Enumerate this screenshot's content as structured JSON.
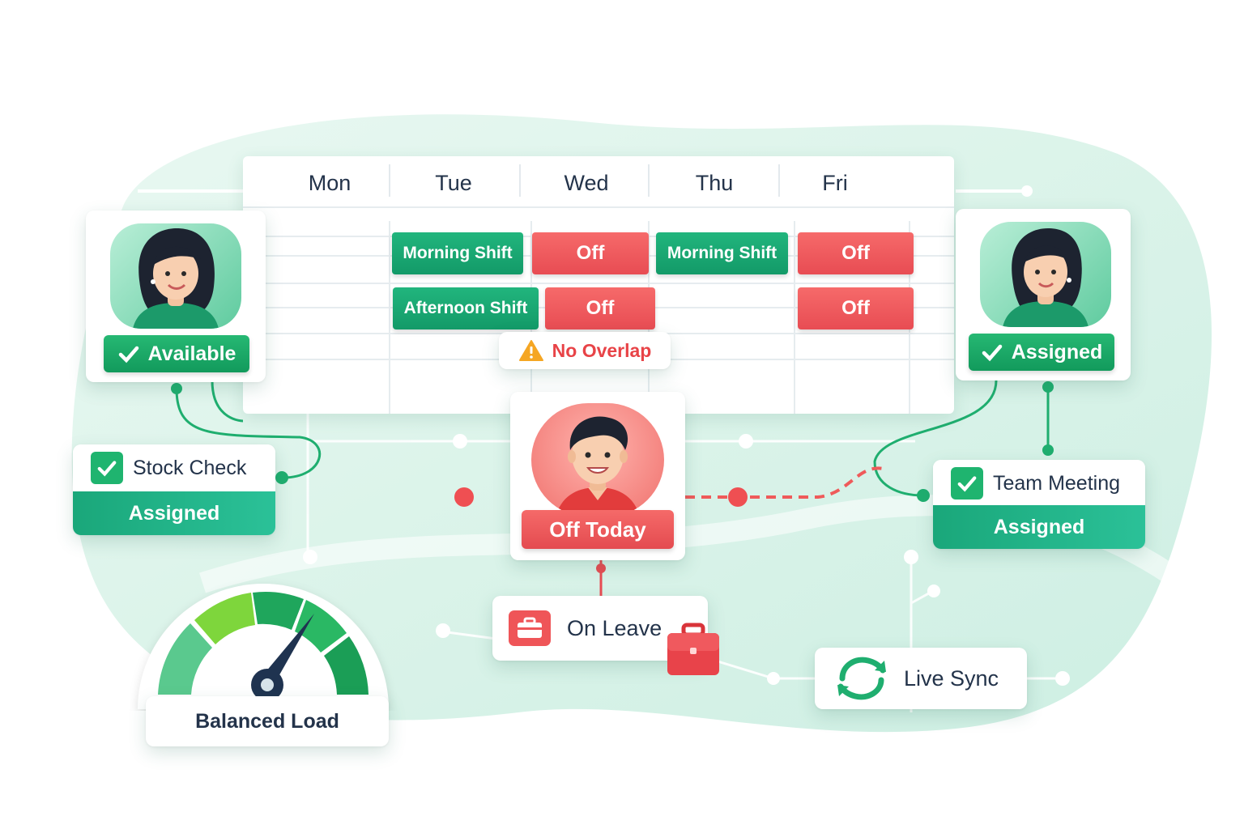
{
  "schedule": {
    "days": [
      "Mon",
      "Tue",
      "Wed",
      "Thu",
      "Fri"
    ],
    "shifts": [
      {
        "label": "Morning Shift",
        "status": "working"
      },
      {
        "label": "Off",
        "status": "off"
      },
      {
        "label": "Morning Shift",
        "status": "working"
      },
      {
        "label": "Off",
        "status": "off"
      },
      {
        "label": "Afternoon Shift",
        "status": "working"
      },
      {
        "label": "Off",
        "status": "off"
      },
      {
        "label": "Off",
        "status": "off"
      }
    ]
  },
  "employees": {
    "left": {
      "status": "Available"
    },
    "right": {
      "status": "Assigned"
    },
    "center": {
      "status": "Off Today"
    }
  },
  "alerts": {
    "no_overlap": "No Overlap"
  },
  "tasks": [
    {
      "title": "Stock Check",
      "status": "Assigned"
    },
    {
      "title": "Team Meeting",
      "status": "Assigned"
    }
  ],
  "leave": {
    "label": "On Leave"
  },
  "sync": {
    "label": "Live Sync"
  },
  "gauge": {
    "label": "Balanced Load"
  },
  "colors": {
    "green": "#1fb46f",
    "teal": "#1aa77a",
    "red": "#e84c53",
    "warning": "#f5a623",
    "text": "#23334a"
  },
  "icons": [
    "check-icon",
    "warning-icon",
    "briefcase-icon",
    "sync-icon",
    "gauge-icon"
  ]
}
